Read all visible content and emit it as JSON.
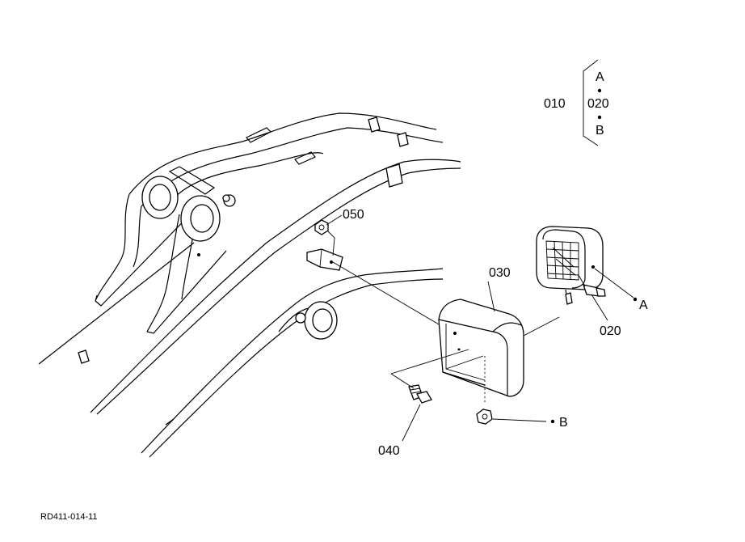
{
  "parts": {
    "p010": "010",
    "p020": "020",
    "p030": "030",
    "p040": "040",
    "p050": "050",
    "p020_callout": "020"
  },
  "set_group": {
    "item_a": "A",
    "item_020": "020",
    "item_b": "B"
  },
  "refs": {
    "a": "A",
    "b": "B"
  },
  "drawing_code": "RD411-014-11"
}
